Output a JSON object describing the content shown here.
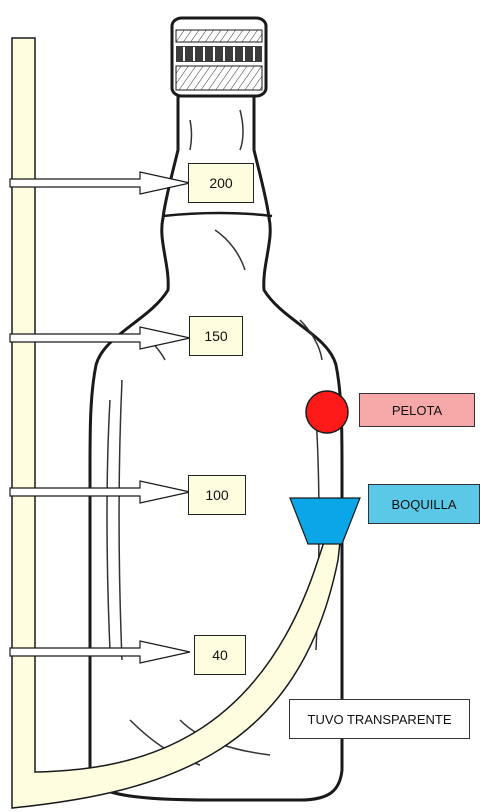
{
  "diagram": {
    "markers": [
      {
        "id": "200",
        "label": "200"
      },
      {
        "id": "150",
        "label": "150"
      },
      {
        "id": "100",
        "label": "100"
      },
      {
        "id": "40",
        "label": "40"
      }
    ],
    "callouts": {
      "pelota": {
        "label": "PELOTA",
        "color": "#f7a8a8"
      },
      "boquilla": {
        "label": "BOQUILLA",
        "color": "#5cc8e8"
      },
      "tubo": {
        "label": "TUVO TRANSPARENTE",
        "color": "#ffffff"
      }
    },
    "colors": {
      "tube": "#fffde0",
      "ball": "#ff1a1a",
      "nozzle": "#0aa6e8",
      "outline": "#1a1a1a"
    }
  }
}
